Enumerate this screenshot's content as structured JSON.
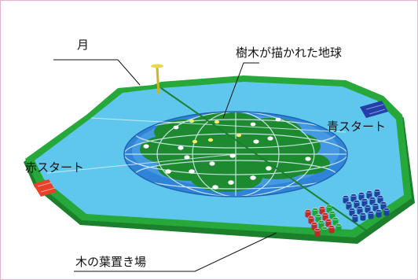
{
  "labels": {
    "moon": "月",
    "globe": "樹木が描かれた地球",
    "blue_start": "青スタート",
    "red_start": "赤スタート",
    "leaf_area": "木の葉置き場"
  },
  "colors": {
    "frame_border": "#e6b3cf",
    "board_rim": "#27a83a",
    "board_rim_dark": "#1c7f2c",
    "board_surface": "#5fc6ee",
    "globe_ocean": "#2f84d8",
    "globe_ocean_light": "#5fb4ee",
    "tree": "#1e8a2f",
    "tree_dark": "#16741f",
    "hole": "#ffffff",
    "hole_yellow": "#f3ef6a",
    "red_start": "#e8402b",
    "blue_start": "#2440a8",
    "pole": "#e8d84a",
    "piece_red": "#c22a2a",
    "piece_blue": "#1d43a0",
    "piece_green": "#21a33b"
  },
  "icons": {
    "moon": "yellow-pole-icon",
    "piece_stack": "cylinder-piece-icon"
  }
}
